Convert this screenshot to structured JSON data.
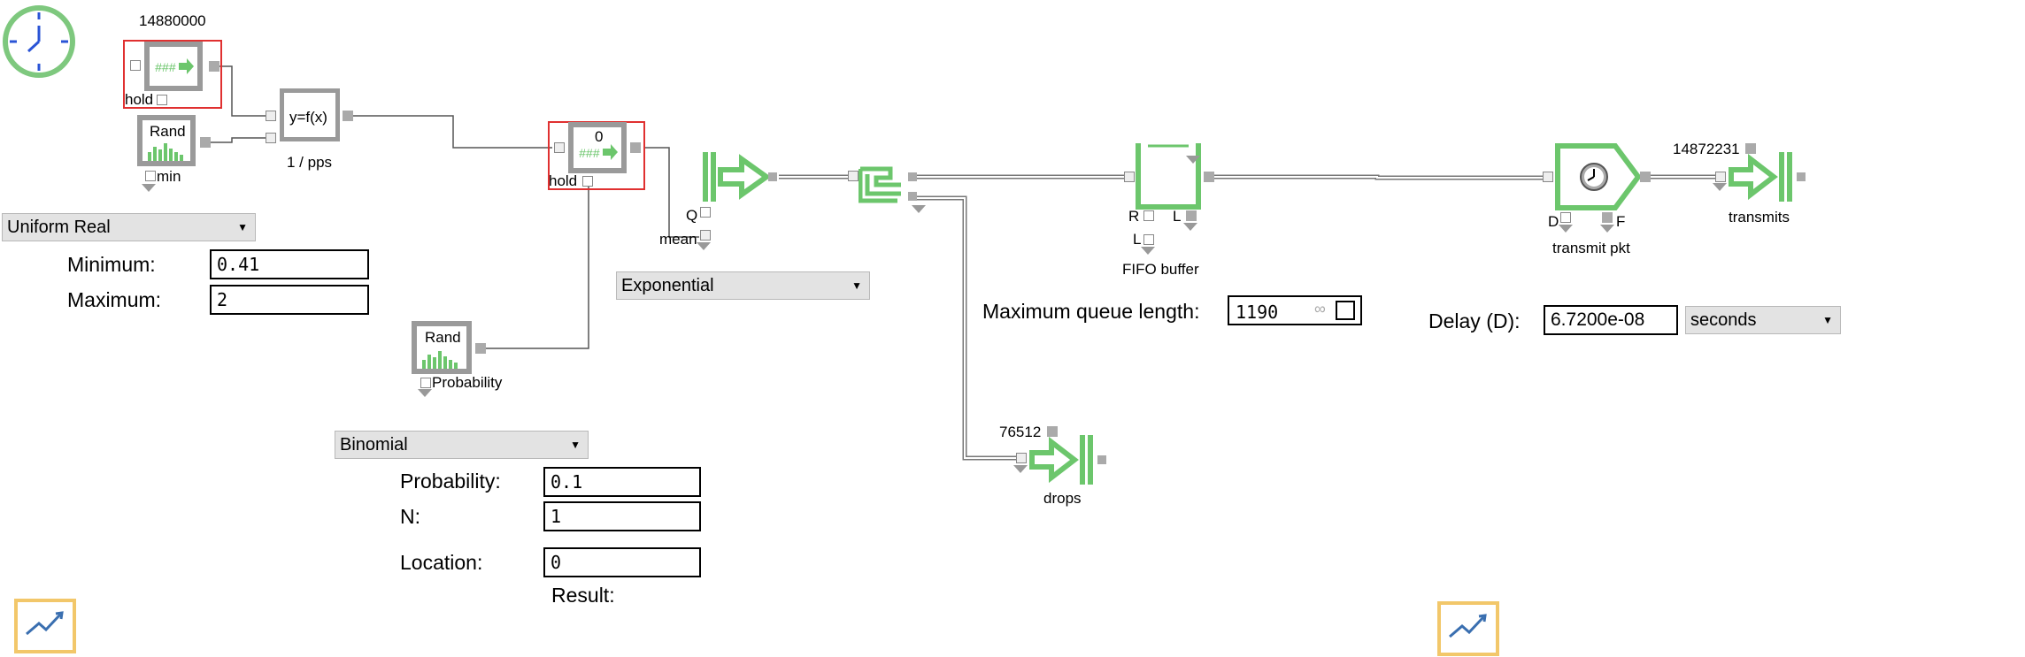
{
  "clock": {
    "icon": "clock-icon"
  },
  "source": {
    "count": "14880000",
    "hold_label": "hold"
  },
  "rand1": {
    "title": "Rand",
    "min_label": "min"
  },
  "func": {
    "label": "y=f(x)",
    "caption": "1 / pps"
  },
  "hold2": {
    "value": "0",
    "hold_label": "hold"
  },
  "rand2": {
    "title": "Rand",
    "prob_label": "Probability"
  },
  "dist1": {
    "selected": "Uniform Real",
    "min_label": "Minimum:",
    "min_value": "0.41",
    "max_label": "Maximum:",
    "max_value": "2"
  },
  "dist2": {
    "selected": "Binomial",
    "prob_label": "Probability:",
    "prob_value": "0.1",
    "n_label": "N:",
    "n_value": "1",
    "loc_label": "Location:",
    "loc_value": "0",
    "result_label": "Result:"
  },
  "dist3": {
    "selected": "Exponential"
  },
  "generator": {
    "q_label": "Q",
    "mean_label": "mean"
  },
  "queue": {
    "title": "FIFO buffer",
    "r_label": "R",
    "l_label": "L",
    "l2_label": "L",
    "max_label": "Maximum queue length:",
    "max_value": "1190",
    "infinity": "∞"
  },
  "server": {
    "title": "transmit pkt",
    "d_label": "D",
    "f_label": "F",
    "delay_label": "Delay (D):",
    "delay_value": "6.7200e-08",
    "unit_selected": "seconds"
  },
  "sink": {
    "count": "14872231",
    "title": "transmits"
  },
  "drops": {
    "count": "76512",
    "title": "drops"
  },
  "colors": {
    "accent": "#6cc66c",
    "clock_ring": "#7ec87e",
    "clock_hands": "#2a54d6",
    "hold_border": "#e03030",
    "chart_border": "#f2c76a",
    "chart_line": "#3a6fb0"
  }
}
